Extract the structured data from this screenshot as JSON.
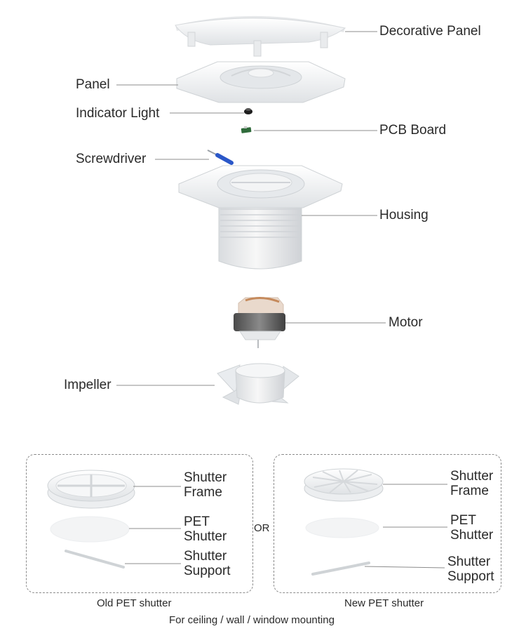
{
  "labels": {
    "decorative_panel": "Decorative Panel",
    "panel": "Panel",
    "indicator_light": "Indicator Light",
    "pcb_board": "PCB Board",
    "screwdriver": "Screwdriver",
    "housing": "Housing",
    "motor": "Motor",
    "impeller": "Impeller"
  },
  "old_shutter": {
    "frame": "Shutter\nFrame",
    "pet": "PET\nShutter",
    "support": "Shutter\nSupport",
    "caption": "Old PET shutter"
  },
  "new_shutter": {
    "frame": "Shutter\nFrame",
    "pet": "PET\nShutter",
    "support": "Shutter\nSupport",
    "caption": "New PET shutter"
  },
  "or_label": "OR",
  "footer": "For ceiling / wall / window mounting",
  "colors": {
    "part_white": "#f2f2f2",
    "part_shadow": "#cfd3d6",
    "leader": "#8c8c8c",
    "pcb": "#2f6b3a",
    "screwdriver_handle": "#2a57c8",
    "motor_winding": "#6b6b6b",
    "motor_copper": "#c58a5c"
  }
}
